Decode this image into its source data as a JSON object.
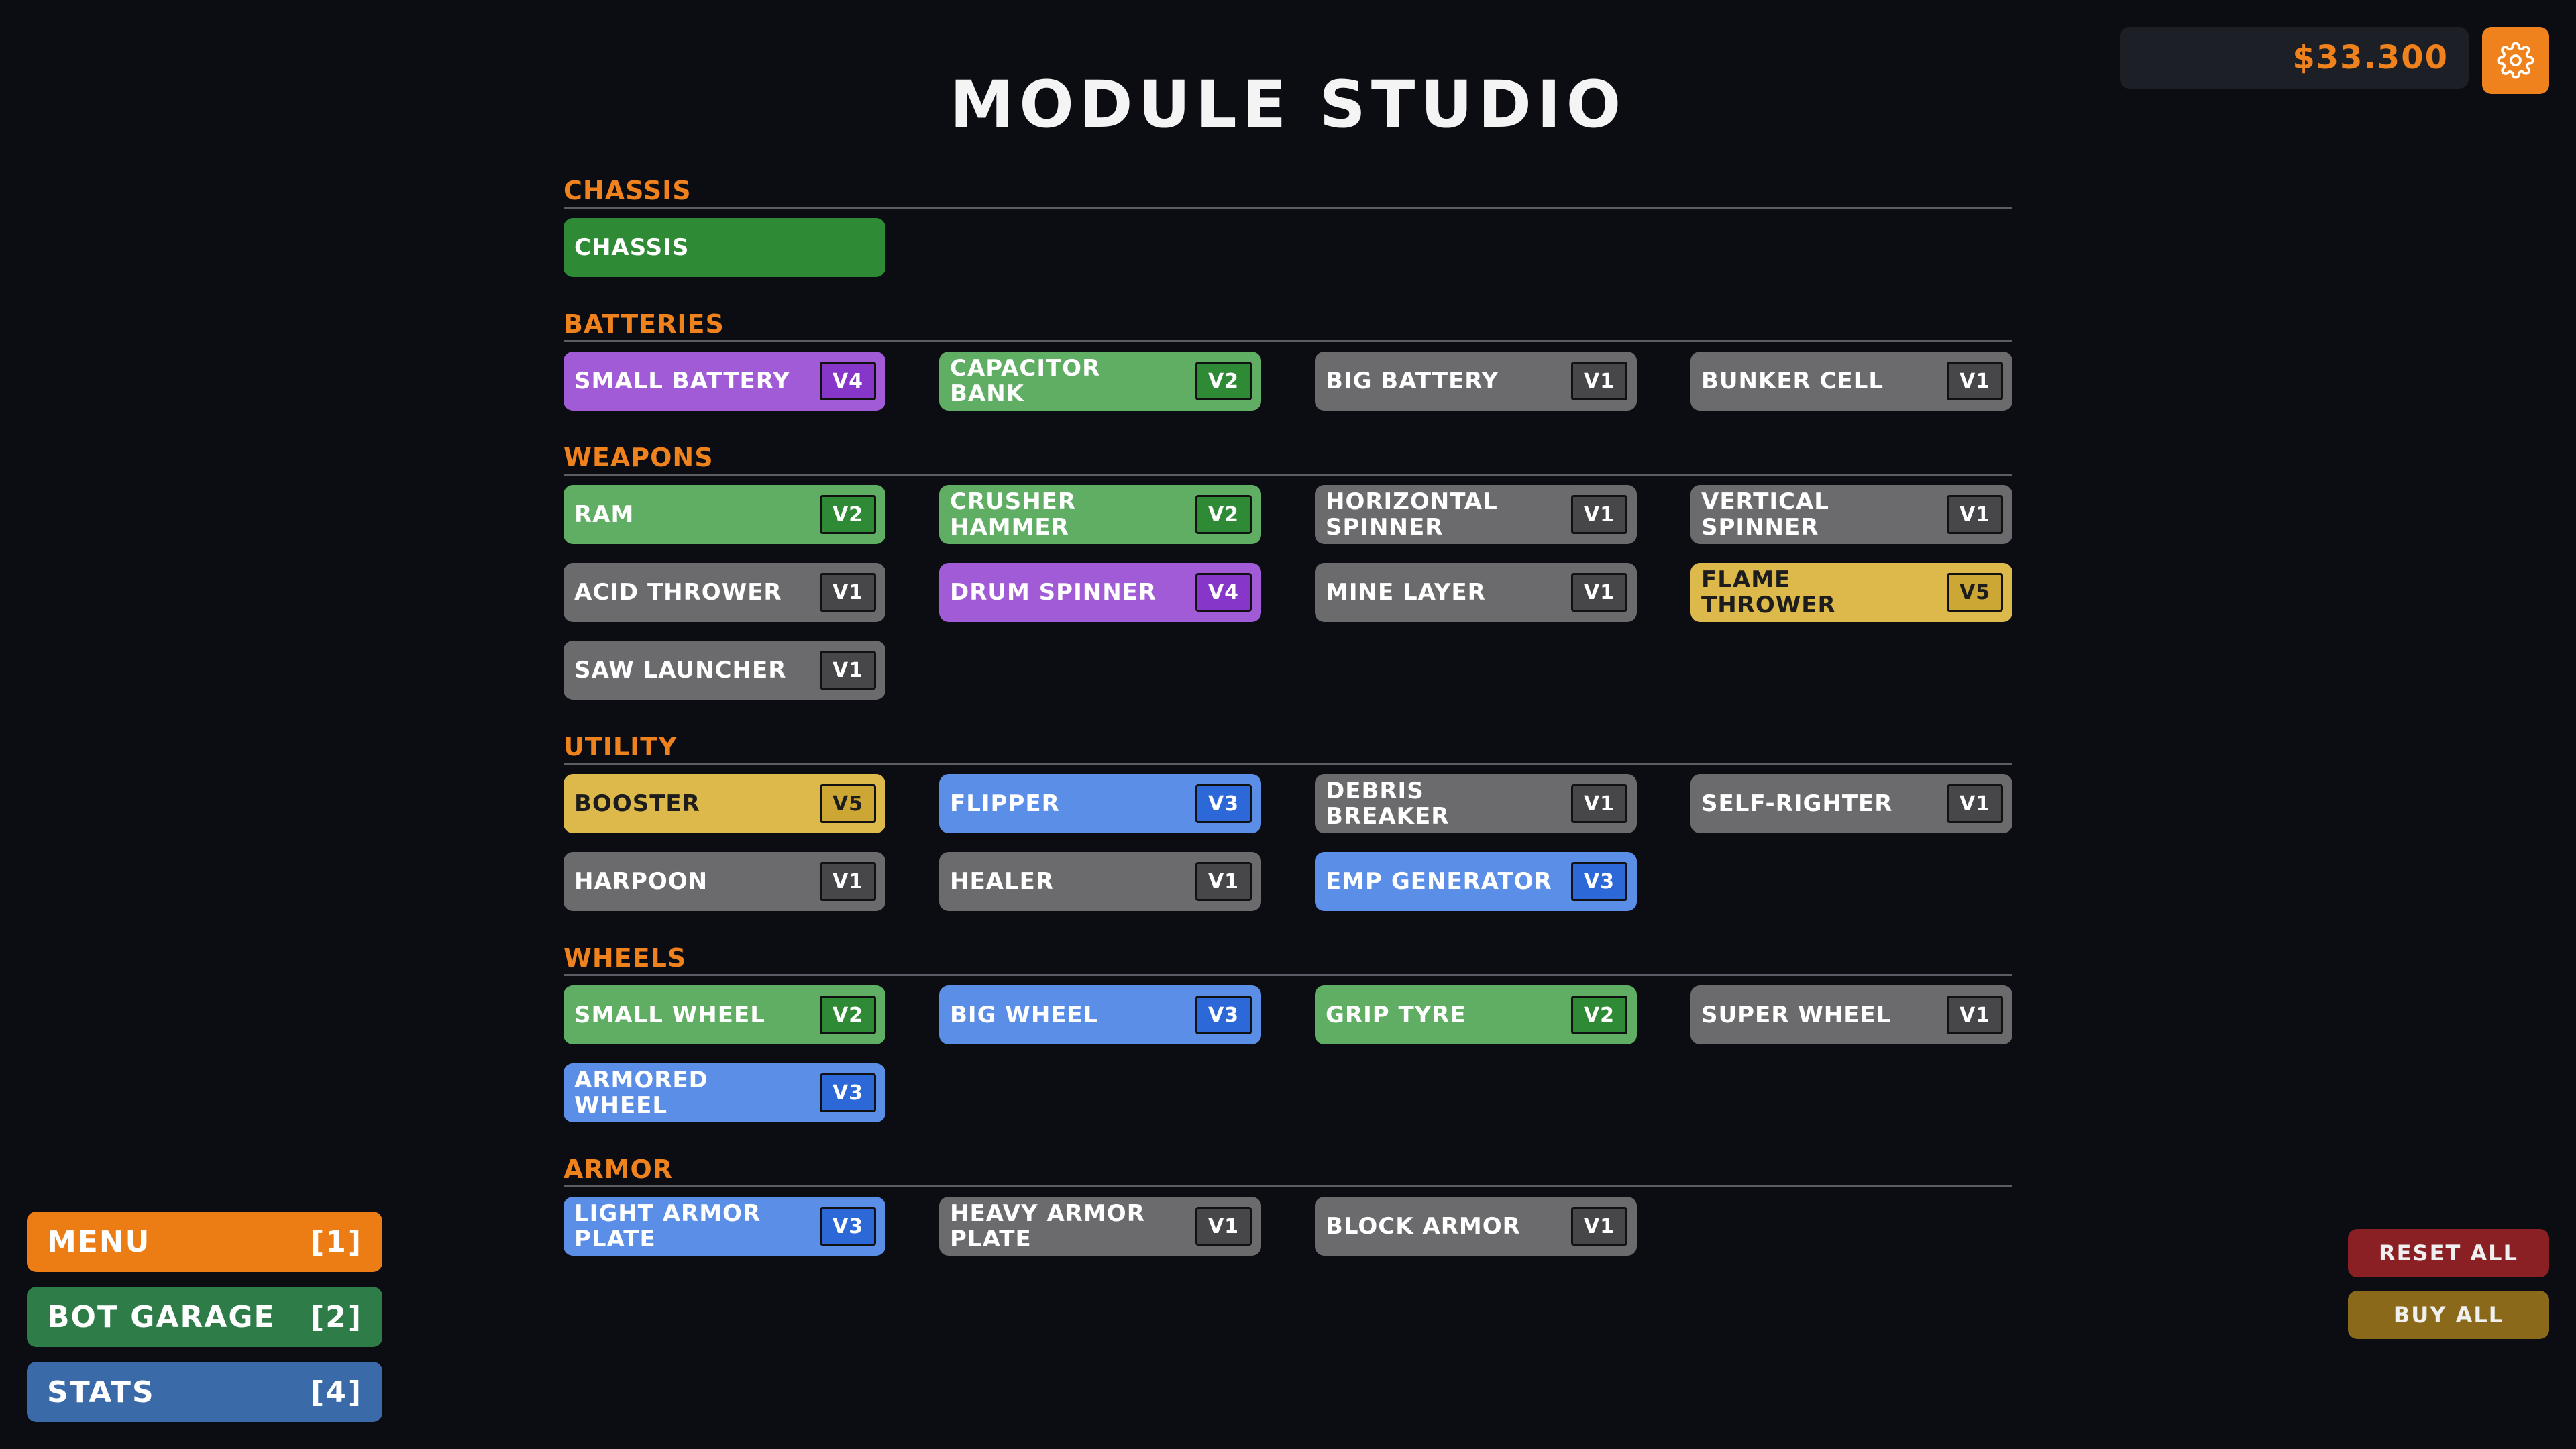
{
  "title": "MODULE STUDIO",
  "money": "$33.300",
  "settings_icon": "gear-icon",
  "categories": [
    {
      "title": "CHASSIS",
      "modules": [
        {
          "name": "CHASSIS",
          "version": "",
          "color": "dgreen"
        }
      ]
    },
    {
      "title": "BATTERIES",
      "modules": [
        {
          "name": "SMALL BATTERY",
          "version": "V4",
          "color": "purple"
        },
        {
          "name": "CAPACITOR BANK",
          "version": "V2",
          "color": "green"
        },
        {
          "name": "BIG BATTERY",
          "version": "V1",
          "color": "gray"
        },
        {
          "name": "BUNKER CELL",
          "version": "V1",
          "color": "gray"
        }
      ]
    },
    {
      "title": "WEAPONS",
      "modules": [
        {
          "name": "RAM",
          "version": "V2",
          "color": "green"
        },
        {
          "name": "CRUSHER HAMMER",
          "version": "V2",
          "color": "green"
        },
        {
          "name": "HORIZONTAL SPINNER",
          "version": "V1",
          "color": "gray"
        },
        {
          "name": "VERTICAL SPINNER",
          "version": "V1",
          "color": "gray"
        },
        {
          "name": "ACID THROWER",
          "version": "V1",
          "color": "gray"
        },
        {
          "name": "DRUM SPINNER",
          "version": "V4",
          "color": "purple"
        },
        {
          "name": "MINE LAYER",
          "version": "V1",
          "color": "gray"
        },
        {
          "name": "FLAME THROWER",
          "version": "V5",
          "color": "yellow"
        },
        {
          "name": "SAW LAUNCHER",
          "version": "V1",
          "color": "gray"
        }
      ]
    },
    {
      "title": "UTILITY",
      "modules": [
        {
          "name": "BOOSTER",
          "version": "V5",
          "color": "yellow"
        },
        {
          "name": "FLIPPER",
          "version": "V3",
          "color": "blue"
        },
        {
          "name": "DEBRIS BREAKER",
          "version": "V1",
          "color": "gray"
        },
        {
          "name": "SELF-RIGHTER",
          "version": "V1",
          "color": "gray"
        },
        {
          "name": "HARPOON",
          "version": "V1",
          "color": "gray"
        },
        {
          "name": "HEALER",
          "version": "V1",
          "color": "gray"
        },
        {
          "name": "EMP GENERATOR",
          "version": "V3",
          "color": "blue"
        }
      ]
    },
    {
      "title": "WHEELS",
      "modules": [
        {
          "name": "SMALL WHEEL",
          "version": "V2",
          "color": "green"
        },
        {
          "name": "BIG WHEEL",
          "version": "V3",
          "color": "blue"
        },
        {
          "name": "GRIP TYRE",
          "version": "V2",
          "color": "green"
        },
        {
          "name": "SUPER WHEEL",
          "version": "V1",
          "color": "gray"
        },
        {
          "name": "ARMORED WHEEL",
          "version": "V3",
          "color": "blue"
        }
      ]
    },
    {
      "title": "ARMOR",
      "modules": [
        {
          "name": "LIGHT ARMOR PLATE",
          "version": "V3",
          "color": "blue"
        },
        {
          "name": "HEAVY ARMOR PLATE",
          "version": "V1",
          "color": "gray"
        },
        {
          "name": "BLOCK ARMOR",
          "version": "V1",
          "color": "gray"
        }
      ]
    }
  ],
  "nav": {
    "menu": {
      "label": "MENU",
      "key": "[1]"
    },
    "garage": {
      "label": "BOT GARAGE",
      "key": "[2]"
    },
    "stats": {
      "label": "STATS",
      "key": "[4]"
    }
  },
  "actions": {
    "reset": "RESET ALL",
    "buy": "BUY ALL"
  }
}
